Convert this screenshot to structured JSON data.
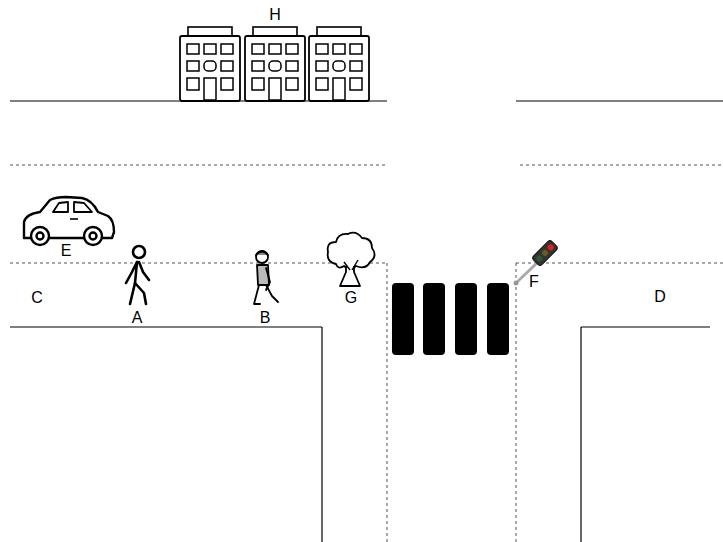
{
  "diagram": {
    "labels": [
      "H",
      "E",
      "C",
      "A",
      "B",
      "G",
      "F",
      "D"
    ]
  }
}
